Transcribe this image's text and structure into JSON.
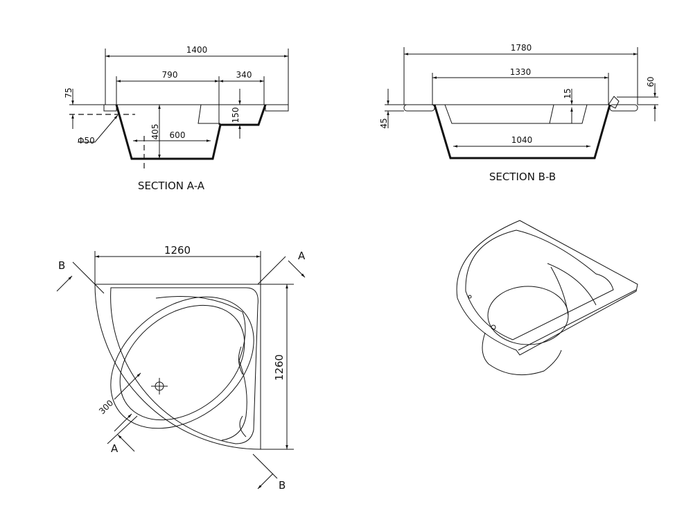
{
  "section_a": {
    "title": "SECTION A-A",
    "dims": {
      "overall": "1400",
      "inner": "790",
      "seat": "340",
      "rim": "75",
      "depth": "405",
      "bottom": "600",
      "seat_depth": "150",
      "drain": "Φ50"
    }
  },
  "section_b": {
    "title": "SECTION B-B",
    "dims": {
      "overall": "1780",
      "inner": "1330",
      "bottom": "1040",
      "step": "15",
      "rim": "45",
      "edge": "60"
    }
  },
  "plan": {
    "width": "1260",
    "height": "1260",
    "drain_offset": "300",
    "marks": {
      "a1": "A",
      "a2": "A",
      "b1": "B",
      "b2": "B"
    }
  }
}
